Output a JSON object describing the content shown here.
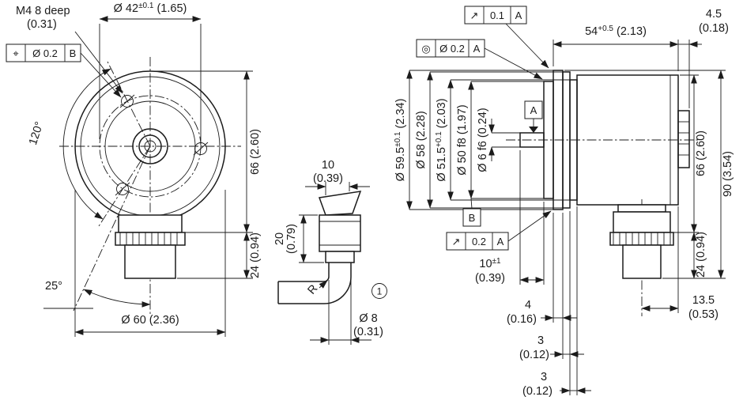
{
  "front": {
    "m4_label": "M4 8 deep",
    "m4_label_in": "(0.31)",
    "fcf_position": {
      "symbol": "⌖",
      "value": "Ø 0.2",
      "datum": "B"
    },
    "dia42": {
      "main": "Ø 42",
      "sup": "±0.1",
      "rest": " (1.65)"
    },
    "angle_120": "120°",
    "height_66": "66 (2.60)",
    "height_24": "24 (0.94)",
    "angle_25": "25°",
    "dia60": "Ø 60 (2.36)"
  },
  "cable": {
    "width_10": "10",
    "width_10_in": "(0.39)",
    "height_20": "20",
    "height_20_in": "(0.79)",
    "radius_label": "R",
    "note_ref": "1",
    "dia8": "Ø 8",
    "dia8_in": "(0.31)"
  },
  "side": {
    "fcf_runout_top": {
      "symbol": "↗",
      "value": "0.1",
      "datum": "A"
    },
    "width_54": {
      "main": "54",
      "sup": "+0.5",
      "rest": " (2.13)"
    },
    "width_45": "4.5",
    "width_45_in": "(0.18)",
    "fcf_concentricity": {
      "symbol": "◎",
      "value": "Ø 0.2",
      "datum": "A"
    },
    "dia595": {
      "main": "Ø 59.5",
      "sup": "±0.1",
      "rest": " (2.34)"
    },
    "dia58": "Ø 58 (2.28)",
    "dia515": {
      "main": "Ø 51.5",
      "sup": "+0.1",
      "rest": " (2.03)"
    },
    "dia50": "Ø 50 f8 (1.97)",
    "dia6": "Ø 6 f6 (0.24)",
    "datum_a": "A",
    "datum_b": "B",
    "fcf_runout_face": {
      "symbol": "↗",
      "value": "0.2",
      "datum": "A"
    },
    "height_66": "66 (2.60)",
    "height_90": "90 (3.54)",
    "height_24": "24 (0.94)",
    "depth_10": {
      "main": "10",
      "sup": "±1"
    },
    "depth_10_in": "(0.39)",
    "depth_4": "4",
    "depth_4_in": "(0.16)",
    "depth_3a": "3",
    "depth_3a_in": "(0.12)",
    "depth_3b": "3",
    "depth_3b_in": "(0.12)",
    "width_135": "13.5",
    "width_135_in": "(0.53)"
  }
}
